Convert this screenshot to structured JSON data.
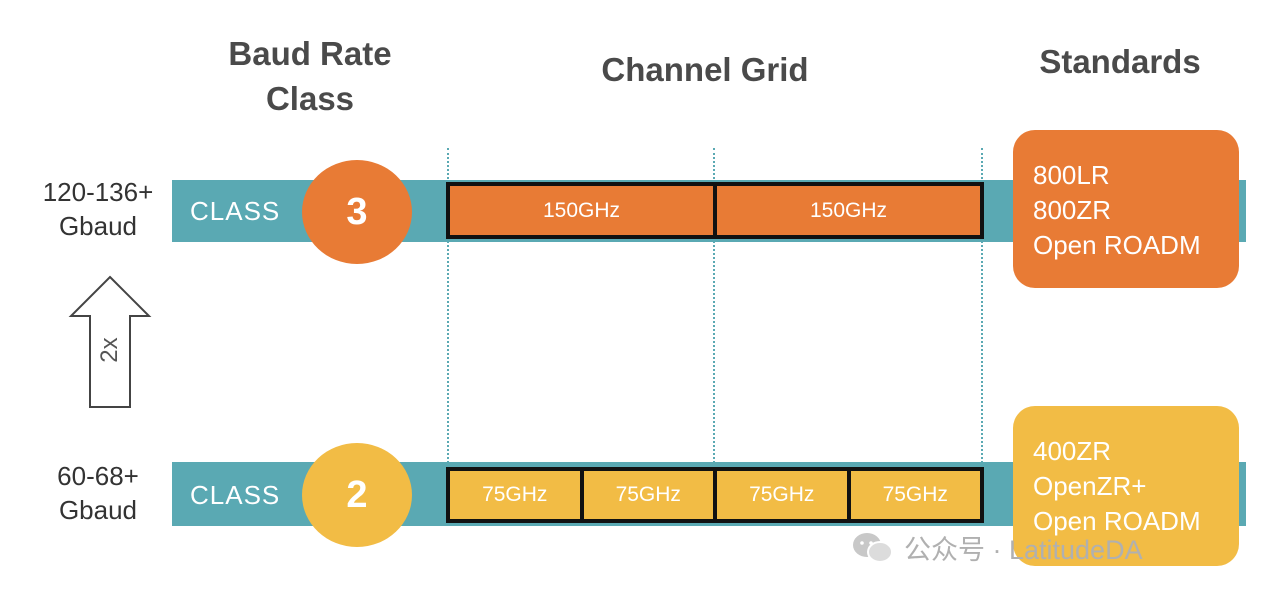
{
  "headers": {
    "baud_rate_class": "Baud Rate\nClass",
    "channel_grid": "Channel Grid",
    "standards": "Standards"
  },
  "multiplier_label": "2x",
  "rows": [
    {
      "rate": "120-136+\nGbaud",
      "class_label": "CLASS",
      "class_number": "3",
      "accent_color": "#e87b35",
      "channels": [
        "150GHz",
        "150GHz"
      ],
      "standards": [
        "800LR",
        "800ZR",
        "Open ROADM"
      ]
    },
    {
      "rate": "60-68+\nGbaud",
      "class_label": "CLASS",
      "class_number": "2",
      "accent_color": "#f2bc45",
      "channels": [
        "75GHz",
        "75GHz",
        "75GHz",
        "75GHz"
      ],
      "standards": [
        "400ZR",
        "OpenZR+",
        "Open ROADM"
      ]
    }
  ],
  "watermark": "公众号 · LatitudeDA",
  "colors": {
    "band": "#5aa9b3"
  }
}
